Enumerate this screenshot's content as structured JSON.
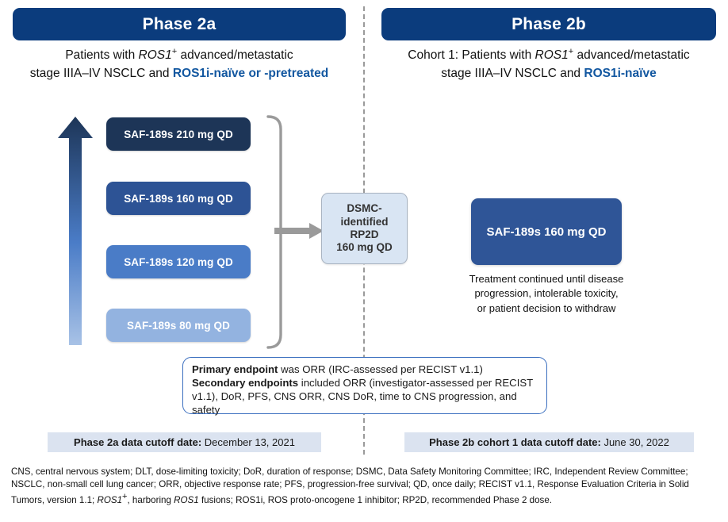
{
  "phase_2a": {
    "header": "Phase 2a",
    "desc_line1_pre": "Patients with ",
    "desc_gene": "ROS1",
    "desc_sup": "+",
    "desc_line1_post": " advanced/metastatic",
    "desc_line2_pre": "stage IIIA–IV NSCLC and ",
    "desc_highlight": "ROS1i-naïve or -pretreated",
    "doses": [
      {
        "label": "SAF-189s 210 mg QD",
        "color": "#1d3557",
        "dose_mg": 210
      },
      {
        "label": "SAF-189s 160 mg QD",
        "color": "#2d5395",
        "dose_mg": 160
      },
      {
        "label": "SAF-189s 120 mg QD",
        "color": "#4a7cc7",
        "dose_mg": 120
      },
      {
        "label": "SAF-189s 80 mg QD",
        "color": "#93b3e0",
        "dose_mg": 80
      }
    ],
    "escalation_arrow": "dose-escalation-upward-arrow",
    "cutoff_label": "Phase 2a data cutoff date:",
    "cutoff_value": " December 13, 2021"
  },
  "dsmc": {
    "line1": "DSMC-",
    "line2": "identified",
    "line3": "RP2D",
    "line4": "160 mg QD",
    "fill": "#d9e5f3",
    "border": "#a9b4c2"
  },
  "phase_2b": {
    "header": "Phase 2b",
    "desc_line1_pre": "Cohort 1: Patients with ",
    "desc_gene": "ROS1",
    "desc_sup": "+",
    "desc_line1_post": " advanced/metastatic",
    "desc_line2_pre": "stage IIIA–IV NSCLC and ",
    "desc_highlight": "ROS1i-naïve",
    "treatment_box": "SAF-189s 160 mg QD",
    "treatment_note_line1": "Treatment continued until disease",
    "treatment_note_line2": "progression, intolerable toxicity,",
    "treatment_note_line3": "or patient decision to withdraw",
    "cutoff_label": "Phase 2b cohort 1 data cutoff date:",
    "cutoff_value": " June 30, 2022"
  },
  "endpoints": {
    "primary_label": "Primary endpoint",
    "primary_text": " was ORR (IRC-assessed per RECIST v1.1)",
    "secondary_label": "Secondary endpoints",
    "secondary_text": " included ORR (investigator-assessed per RECIST v1.1), DoR, PFS, CNS ORR, CNS DoR, time to CNS progression, and safety"
  },
  "footnote": {
    "seg1": "CNS, central nervous system; DLT, dose-limiting toxicity; DoR, duration of response; DSMC, Data Safety Monitoring Committee; IRC, Independent Review Committee; NSCLC, non-small cell lung cancer; ORR, objective response rate; PFS, progression-free survival; QD, once daily; RECIST v1.1, Response Evaluation Criteria in Solid Tumors, version 1.1; ",
    "gene1": "ROS1",
    "sup1": "+",
    "seg2": ", harboring ",
    "gene2": "ROS1",
    "seg3": " fusions; ROS1i, ROS proto-oncogene 1 inhibitor; RP2D, recommended Phase 2 dose."
  },
  "colors": {
    "navy_header": "#0b3c7d",
    "accent_blue": "#1257a0",
    "cutoff_bar": "#dbe3f0",
    "endpoint_border": "#3b6fbf",
    "bracket_gray": "#9a9a9a"
  }
}
